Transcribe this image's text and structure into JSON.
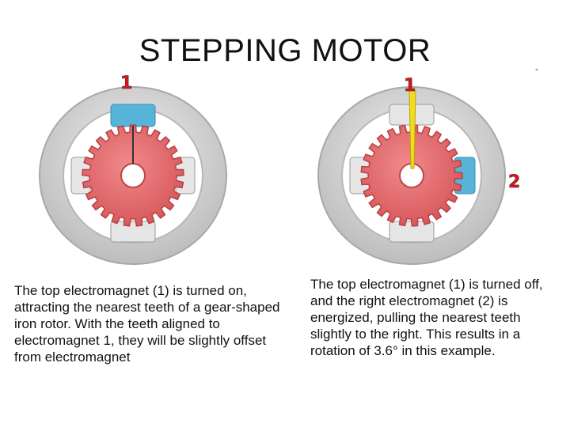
{
  "slide": {
    "title": "STEPPING MOTOR",
    "corner_mark": "-"
  },
  "diagrams": {
    "left": {
      "label": "1"
    },
    "right": {
      "label_top": "1",
      "label_right": "2"
    }
  },
  "captions": {
    "left": "The top electromagnet (1) is turned on, attracting the nearest teeth of a gear-shaped iron rotor. With the teeth aligned to electromagnet 1, they will be slightly offset from electromagnet",
    "right": "The top electromagnet (1) is turned off, and the right electromagnet (2) is energized, pulling the nearest teeth slightly to the right. This results in a rotation of 3.6° in this example."
  },
  "colors": {
    "stator_ring": "#cfcfcf",
    "rotor": "#e8686c",
    "active_coil": "#56b4d8",
    "inactive_coil": "#e6e6e6",
    "label": "#e0101a",
    "pointer": "#f2dc20"
  }
}
